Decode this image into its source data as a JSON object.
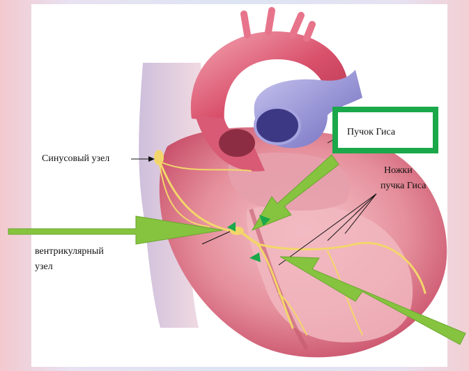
{
  "labels": {
    "sinus_node": "Синусовый узел",
    "his_bundle": "Пучок Гиса",
    "bundle_branches_line1": "Ножки",
    "bundle_branches_line2": "пучка Гиса",
    "av_node_line1": "вентрикулярный",
    "av_node_line2": "узел"
  },
  "colors": {
    "highlight_green": "#1aa84a",
    "arrow_green": "#86c440",
    "conduction_yellow": "#f3d66b",
    "myocardium": "#d9707f"
  }
}
